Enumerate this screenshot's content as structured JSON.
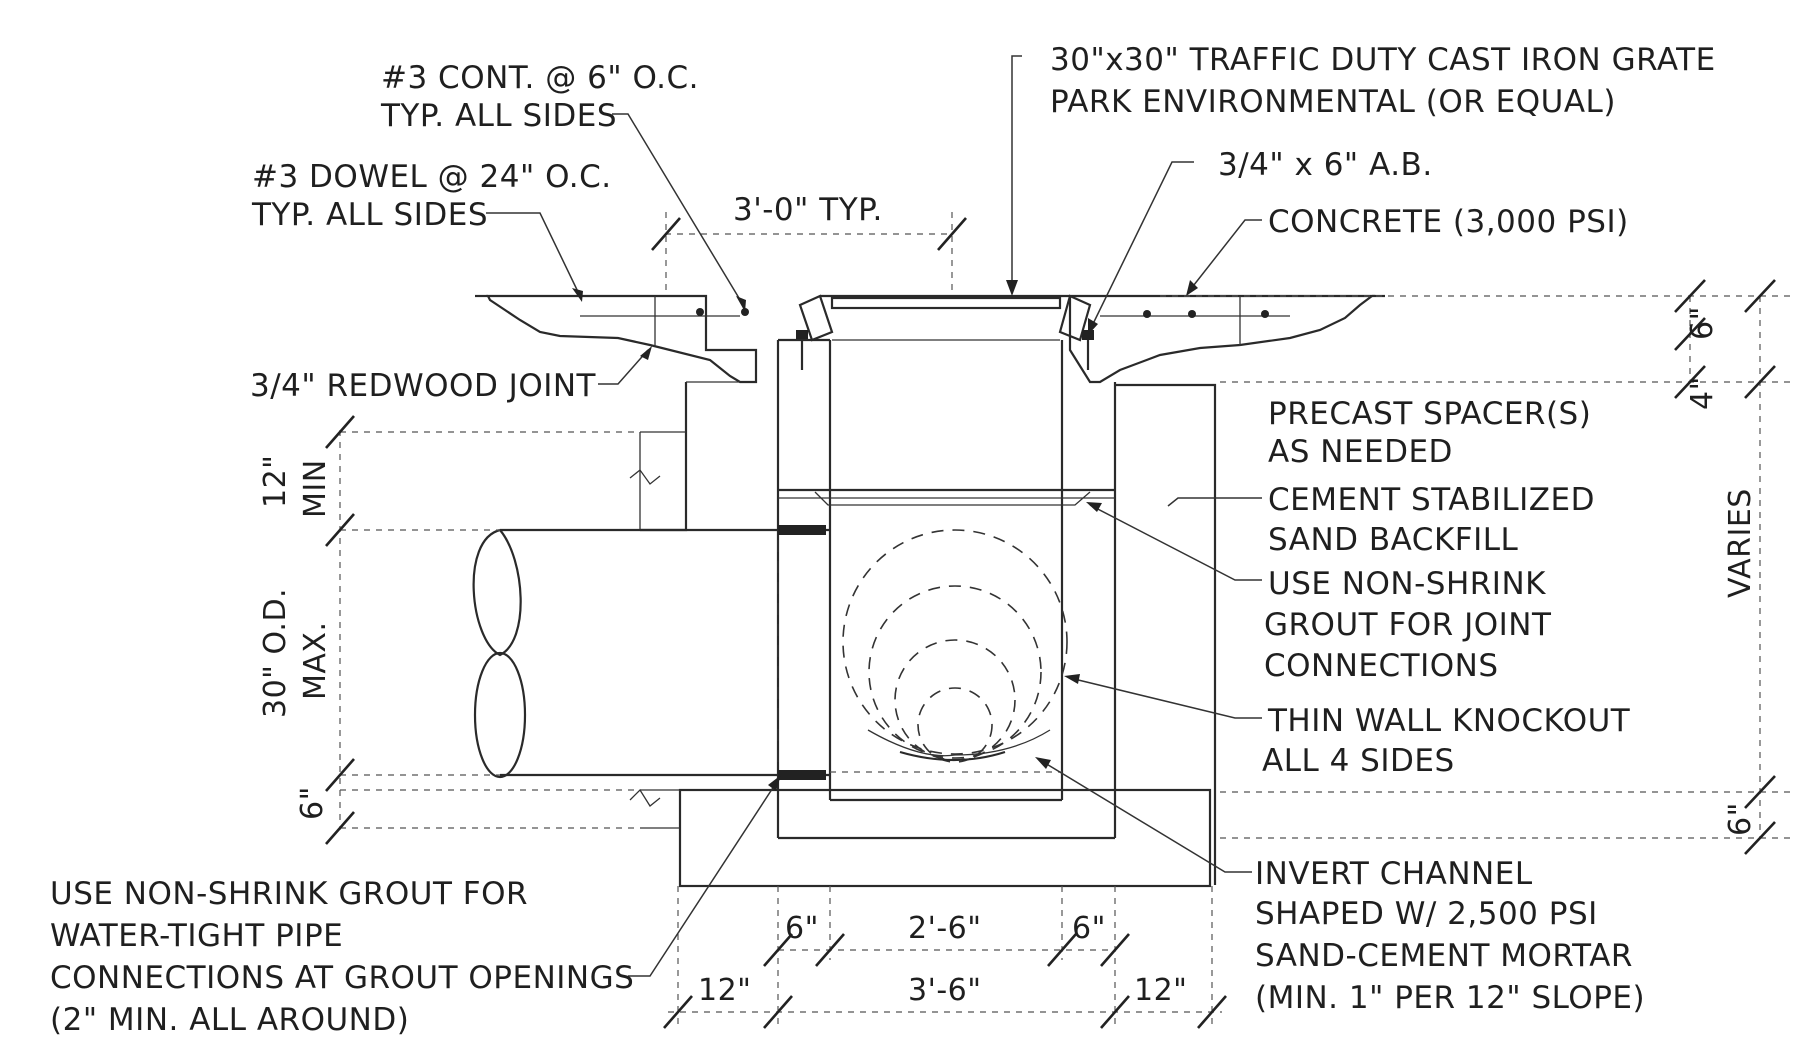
{
  "labels": {
    "rebar_cont": [
      "#3 CONT. @ 6\" O.C.",
      "TYP. ALL SIDES"
    ],
    "rebar_dowel": [
      "#3 DOWEL @ 24\" O.C.",
      "TYP. ALL SIDES"
    ],
    "grate": [
      "30\"x30\" TRAFFIC DUTY CAST IRON GRATE",
      "PARK ENVIRONMENTAL (OR EQUAL)"
    ],
    "anchor_bolt": "3/4\" x 6\" A.B.",
    "concrete": "CONCRETE (3,000 PSI)",
    "redwood_joint": "3/4\" REDWOOD JOINT",
    "precast_spacer": [
      "PRECAST SPACER(S)",
      "AS NEEDED"
    ],
    "backfill": [
      "CEMENT STABILIZED",
      "SAND BACKFILL"
    ],
    "grout_joint": [
      "USE NON-SHRINK",
      "GROUT FOR JOINT",
      "CONNECTIONS"
    ],
    "knockout": [
      "THIN WALL KNOCKOUT",
      "ALL 4 SIDES"
    ],
    "invert": [
      "INVERT CHANNEL",
      "SHAPED W/ 2,500 PSI",
      "SAND-CEMENT MORTAR",
      "(MIN. 1\" PER 12\" SLOPE)"
    ],
    "grout_pipe": [
      "USE NON-SHRINK GROUT FOR",
      "WATER-TIGHT PIPE",
      "CONNECTIONS AT GROUT OPENINGS",
      "(2\" MIN. ALL AROUND)"
    ]
  },
  "dimensions": {
    "typ_width": "3'-0\" TYP.",
    "slab_thickness": "6\"",
    "lip": "4\"",
    "varies": "VARIES",
    "base_right": "6\"",
    "cover": "12\"",
    "cover_note": "MIN",
    "pipe_od": "30\" O.D.",
    "pipe_note": "MAX.",
    "base_left": "6\"",
    "wall_left": "6\"",
    "inside": "2'-6\"",
    "wall_right": "6\"",
    "footing_left": "12\"",
    "outside": "3'-6\"",
    "footing_right": "12\""
  }
}
